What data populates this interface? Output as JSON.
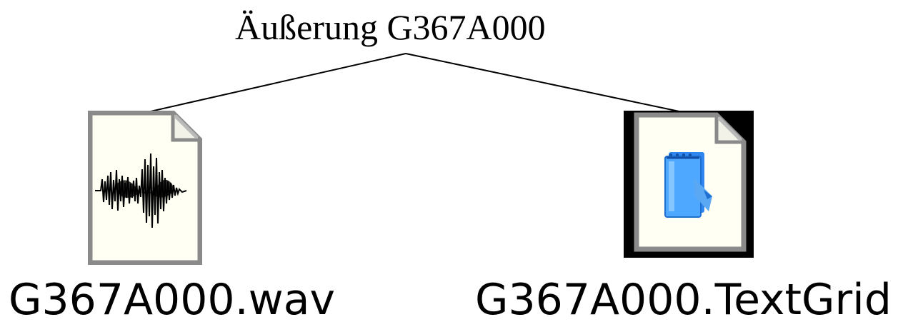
{
  "diagram": {
    "root": {
      "label": "Äußerung G367A000"
    },
    "children": [
      {
        "label": "G367A000.wav",
        "icon": "audio-file-icon"
      },
      {
        "label": "G367A000.TextGrid",
        "icon": "text-file-icon"
      }
    ]
  },
  "colors": {
    "line": "#000000",
    "page": "#fffff3",
    "page_border": "#8a8a8a",
    "waveform": "#000000",
    "note_blue": "#3f9cff",
    "note_frame": "#000000"
  }
}
